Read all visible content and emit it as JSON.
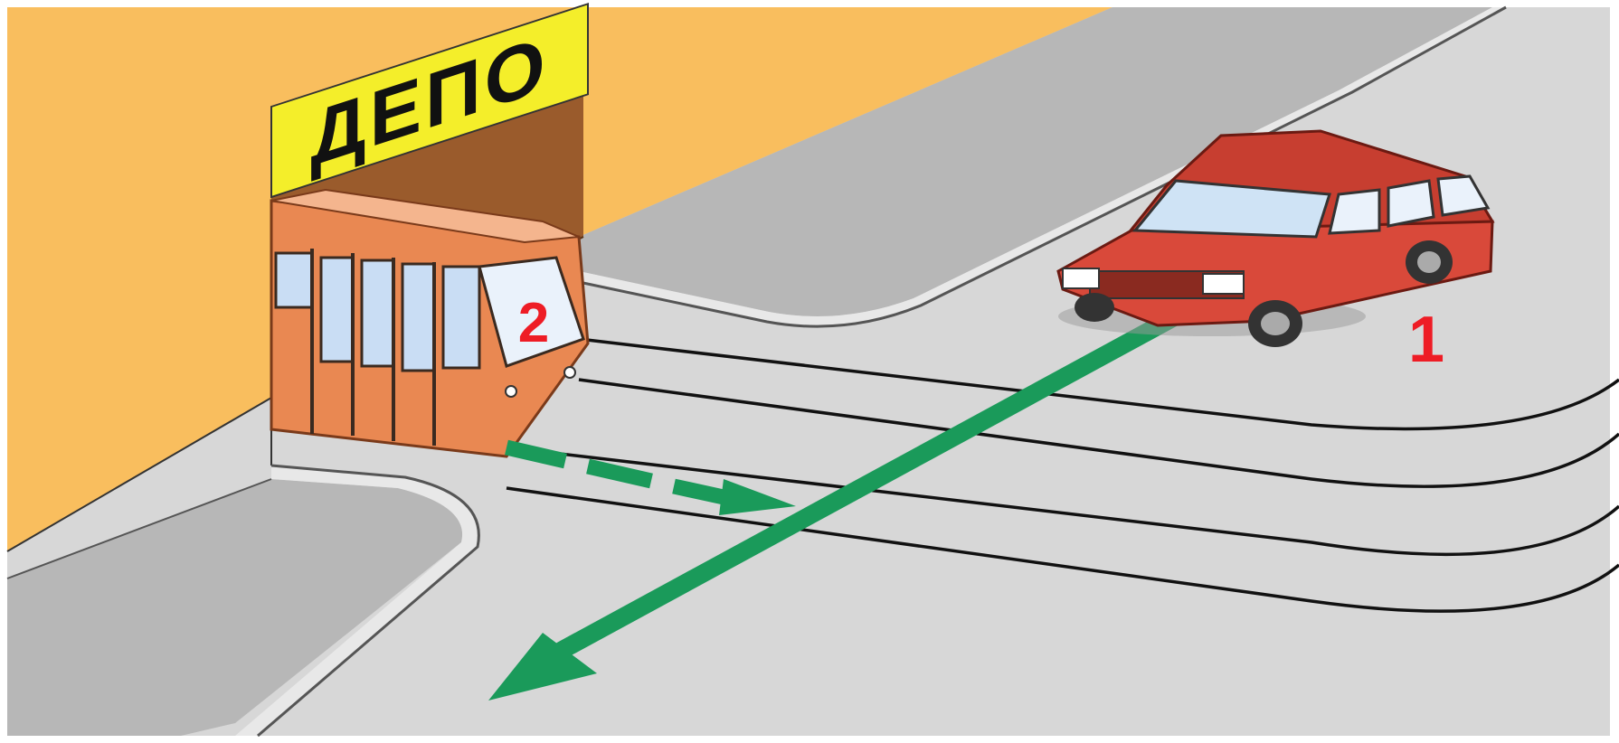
{
  "sign": {
    "text": "ДЕПО"
  },
  "labels": {
    "car": "1",
    "tram": "2"
  },
  "colors": {
    "building": "#F9BE5E",
    "road": "#D7D7D7",
    "sidewalk": "#B5B5B5",
    "sign_bg": "#F4EE2A",
    "car_body": "#D9493A",
    "tram_body": "#E98852",
    "path_arrow": "#1A9A5A",
    "label_red": "#EE1C25"
  }
}
